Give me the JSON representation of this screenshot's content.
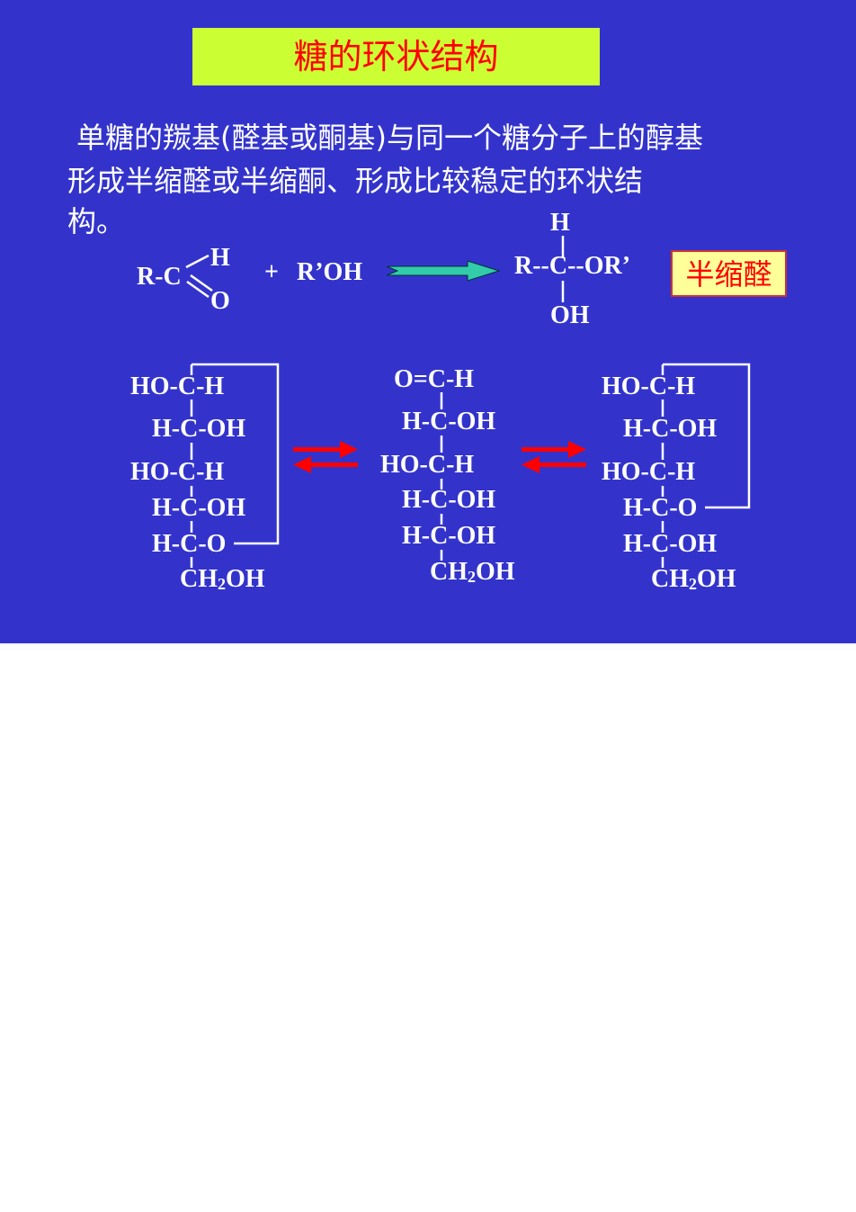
{
  "title": "糖的环状结构",
  "paragraph": {
    "line1": "单糖的羰基(醛基或酮基)与同一个糖分子上的醇基",
    "line2": "形成半缩醛或半缩酮、形成比较稳定的环状结",
    "line3": "构。"
  },
  "reaction": {
    "aldehyde_rc": "R-C",
    "aldehyde_h": "H",
    "aldehyde_o": "O",
    "plus": "+",
    "alcohol": "R’OH",
    "product_top": "H",
    "product_mid": "R--C--OR’",
    "product_bottom": "OH",
    "label": "半缩醛"
  },
  "structures": {
    "left": [
      "HO-C-H",
      "H-C-OH",
      "HO-C-H",
      "H-C-OH",
      "H-C-O",
      "CH",
      "2",
      "OH"
    ],
    "middle": [
      "O=C-H",
      "H-C-OH",
      "HO-C-H",
      "H-C-OH",
      "H-C-OH",
      "CH",
      "2",
      "OH"
    ],
    "right": [
      "HO-C-H",
      "H-C-OH",
      "HO-C-H",
      "H-C-O",
      "H-C-OH",
      "CH",
      "2",
      "OH"
    ]
  },
  "colors": {
    "background": "#3333cc",
    "title_box": "#ccff33",
    "title_text": "#ff0000",
    "label_box": "#ffff99",
    "arrow_red": "#ff0000",
    "arrow_teal": "#33ccaa"
  }
}
